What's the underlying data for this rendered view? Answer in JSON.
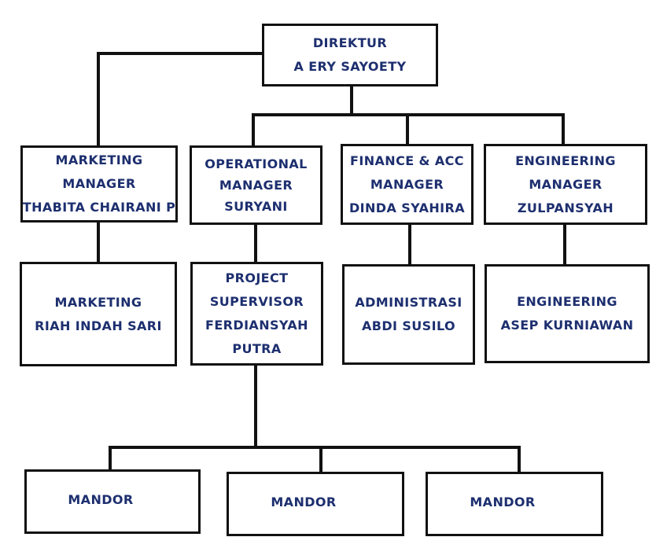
{
  "nodes": {
    "direktur": {
      "lines": [
        "DIREKTUR",
        "A ERY SAYOETY"
      ]
    },
    "marketing_manager": {
      "lines": [
        "MARKETING",
        "MANAGER",
        "THABITA CHAIRANI P"
      ]
    },
    "operational_manager": {
      "lines": [
        "OPERATIONAL",
        "MANAGER",
        "SURYANI"
      ]
    },
    "finance_manager": {
      "lines": [
        "FINANCE & ACC",
        "MANAGER",
        "DINDA SYAHIRA"
      ]
    },
    "engineering_manager": {
      "lines": [
        "ENGINEERING",
        "MANAGER",
        "ZULPANSYAH"
      ]
    },
    "marketing_staff": {
      "lines": [
        "MARKETING",
        "RIAH INDAH SARI"
      ]
    },
    "project_supervisor": {
      "lines": [
        "PROJECT",
        "SUPERVISOR",
        "FERDIANSYAH",
        "PUTRA"
      ]
    },
    "administrasi": {
      "lines": [
        "ADMINISTRASI",
        "ABDI SUSILO"
      ]
    },
    "engineering_staff": {
      "lines": [
        "ENGINEERING",
        "ASEP KURNIAWAN"
      ]
    },
    "mandor_1": {
      "lines": [
        "MANDOR"
      ]
    },
    "mandor_2": {
      "lines": [
        "MANDOR"
      ]
    },
    "mandor_3": {
      "lines": [
        "MANDOR"
      ]
    }
  },
  "colors": {
    "text": "#1d2f6f",
    "border": "#111111",
    "connector": "#111111"
  }
}
